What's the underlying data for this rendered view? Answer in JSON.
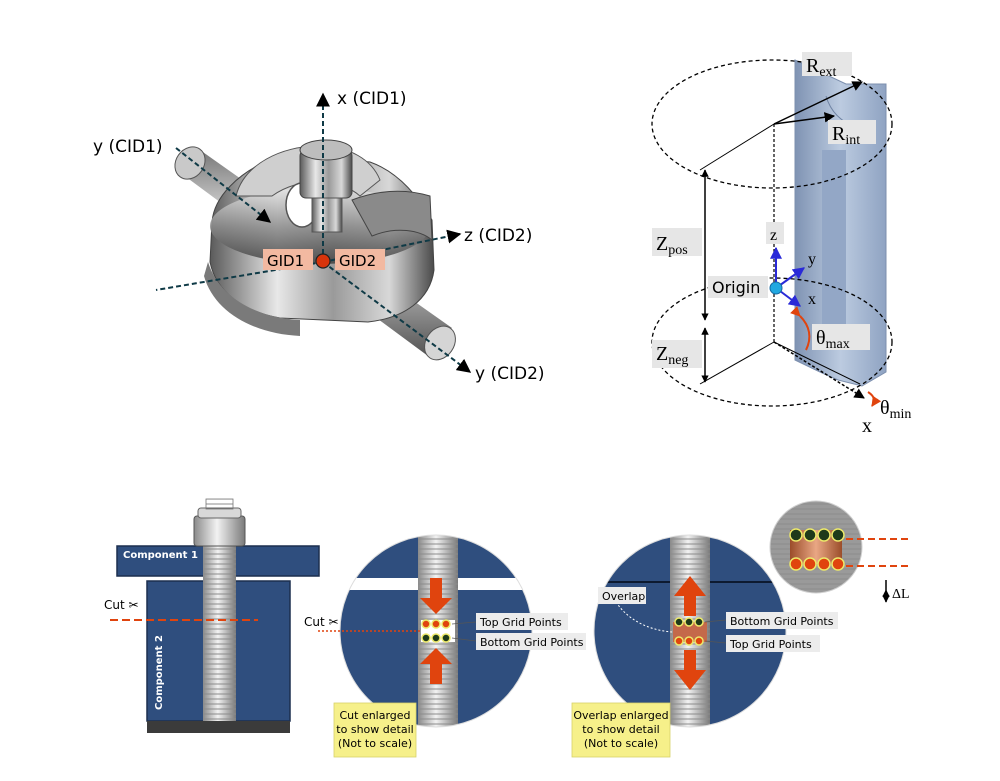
{
  "joint": {
    "axis_x_cid1": "x (CID1)",
    "axis_y_cid1": "y (CID1)",
    "axis_z_cid2": "z (CID2)",
    "axis_y_cid2": "y (CID2)",
    "gid1": "GID1",
    "gid2": "GID2"
  },
  "cylinder": {
    "r_ext": "R",
    "r_ext_sub": "ext",
    "r_int": "R",
    "r_int_sub": "int",
    "z_pos": "Z",
    "z_pos_sub": "pos",
    "z_neg": "Z",
    "z_neg_sub": "neg",
    "theta_max": "θ",
    "theta_max_sub": "max",
    "theta_min": "θ",
    "theta_min_sub": "min",
    "origin": "Origin",
    "local_z": "z",
    "local_y": "y",
    "local_x": "x",
    "global_x": "x"
  },
  "bolt": {
    "component1": "Component 1",
    "component2": "Component 2",
    "cut": "Cut ✂",
    "cut_detail": "Cut ✂",
    "top_grid_points": "Top Grid Points",
    "bottom_grid_points": "Bottom Grid Points",
    "cut_note_line1": "Cut enlarged",
    "cut_note_line2": "to show detail",
    "cut_note_line3": "(Not to scale)",
    "overlap": "Overlap",
    "overlap_bottom_grid_points": "Bottom Grid Points",
    "overlap_top_grid_points": "Top Grid Points",
    "overlap_note_line1": "Overlap enlarged",
    "overlap_note_line2": "to show detail",
    "overlap_note_line3": "(Not to scale)",
    "delta_l": "ΔL"
  },
  "colors": {
    "metal": "#9c9c9c",
    "steel_blue": "#2f4e7e",
    "arrow_red": "#e0440e",
    "callout": "#f6f08a",
    "pipe_blue": "#a9bbd4"
  }
}
